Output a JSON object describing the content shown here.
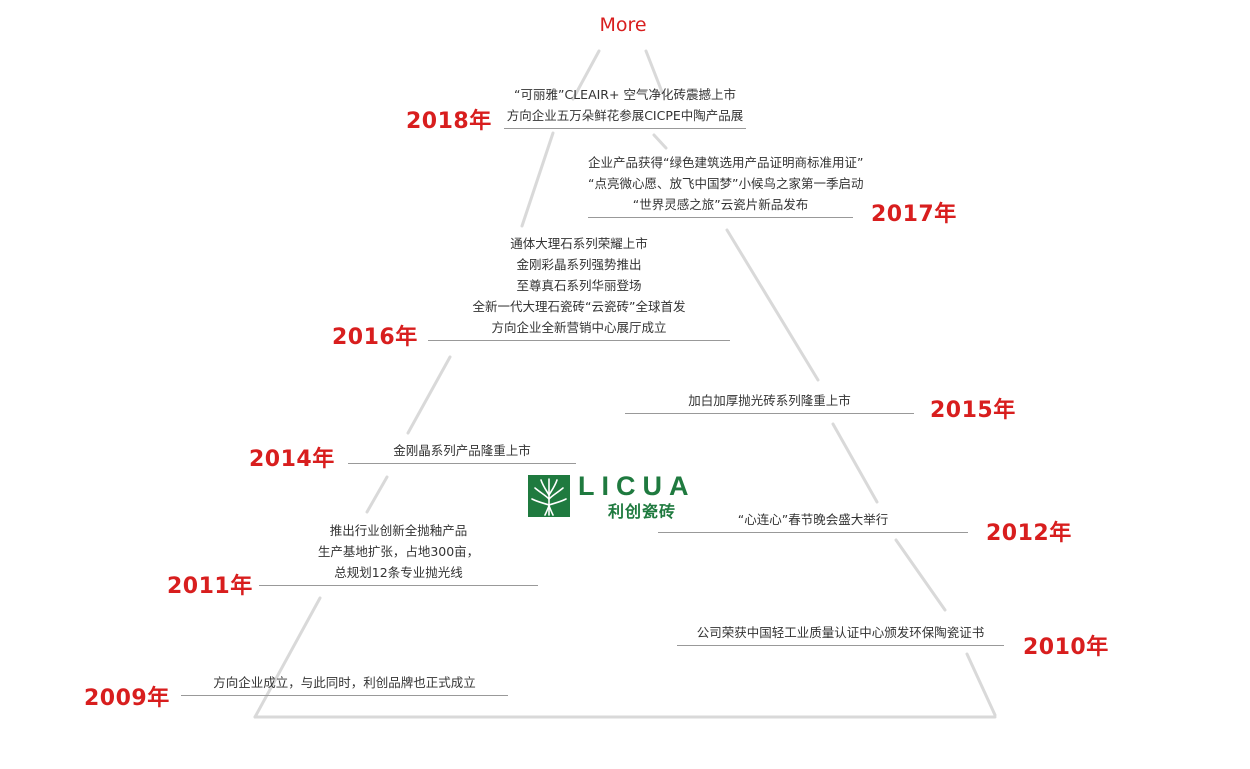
{
  "header": {
    "more_label": "More"
  },
  "brand": {
    "name_en": "LICUA",
    "name_cn": "利创瓷砖",
    "color": "#1f7a3f"
  },
  "accent_color": "#d81e1e",
  "timeline": [
    {
      "year": "2018年",
      "lines": [
        "“可丽雅”CLEAIR+ 空气净化砖震撼上市",
        "方向企业五万朵鲜花参展CICPE中陶产品展"
      ]
    },
    {
      "year": "2017年",
      "lines": [
        "企业产品获得“绿色建筑选用产品证明商标准用证”",
        "“点亮微心愿、放飞中国梦”小候鸟之家第一季启动",
        "“世界灵感之旅”云瓷片新品发布"
      ]
    },
    {
      "year": "2016年",
      "lines": [
        "通体大理石系列荣耀上市",
        "金刚彩晶系列强势推出",
        "至尊真石系列华丽登场",
        "全新一代大理石瓷砖“云瓷砖”全球首发",
        "方向企业全新营销中心展厅成立"
      ]
    },
    {
      "year": "2015年",
      "lines": [
        "加白加厚抛光砖系列隆重上市"
      ]
    },
    {
      "year": "2014年",
      "lines": [
        "金刚晶系列产品隆重上市"
      ]
    },
    {
      "year": "2012年",
      "lines": [
        "“心连心”春节晚会盛大举行"
      ]
    },
    {
      "year": "2011年",
      "lines": [
        "推出行业创新全抛釉产品",
        "生产基地扩张，占地300亩，",
        "总规划12条专业抛光线"
      ]
    },
    {
      "year": "2010年",
      "lines": [
        "公司荣获中国轻工业质量认证中心颁发环保陶瓷证书"
      ]
    },
    {
      "year": "2009年",
      "lines": [
        "方向企业成立，与此同时，利创品牌也正式成立"
      ]
    }
  ]
}
